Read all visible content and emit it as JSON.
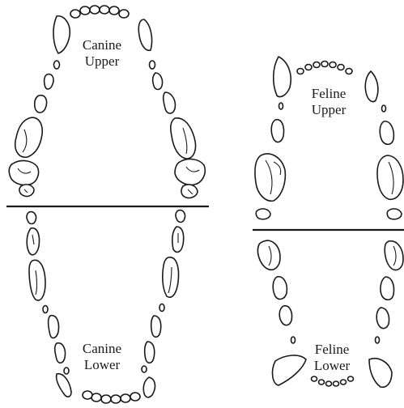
{
  "labels": {
    "canine_upper": [
      "Canine",
      "Upper"
    ],
    "canine_lower": [
      "Canine",
      "Lower"
    ],
    "feline_upper": [
      "Feline",
      "Upper"
    ],
    "feline_lower": [
      "Feline",
      "Lower"
    ]
  }
}
